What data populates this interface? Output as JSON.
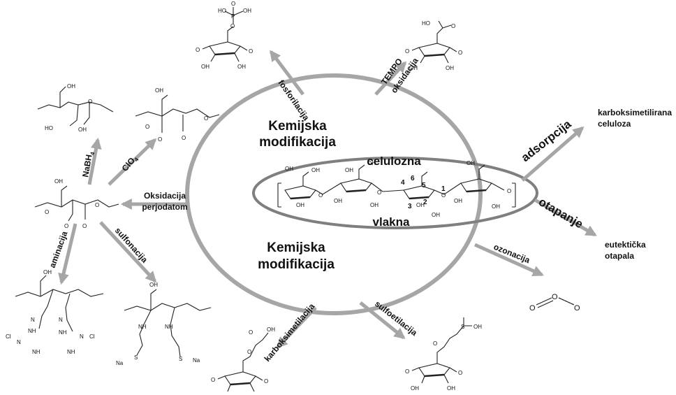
{
  "center": {
    "outer_label_top": [
      "Kemijska",
      "modifikacija"
    ],
    "outer_label_bottom": [
      "Kemijska",
      "modifikacija"
    ],
    "inner_label_top": "celulozna",
    "inner_label_bottom": "vlakna",
    "carbon_numbers": [
      "1",
      "2",
      "3",
      "4",
      "5",
      "6"
    ]
  },
  "arrows": {
    "fosforilacija": "fosforilacija",
    "tempo": "TEMPO",
    "tempo2": "oksidacija",
    "adsorpcija": "adsorpcija",
    "otapanje": "otapanje",
    "ozonacija": "ozonacija",
    "sulfoetilacija": "sulfoetilacija",
    "karboksimetilacija": "karboksimetilacija",
    "perjodat1": "Oksidacija",
    "perjodat2": "perjodatom",
    "nabh4": "NaBH",
    "nabh4_sub": "4",
    "clo": "ClO",
    "clo_sub": "4",
    "sulfonacija": "sulfonacija",
    "aminacija": "aminacija"
  },
  "products": {
    "karboksimetilirana1": "karboksimetilirana",
    "karboksimetilirana2": "celuloza",
    "eutekticka1": "eutektička",
    "eutekticka2": "otapala"
  },
  "atoms": {
    "OH": "OH",
    "O": "O",
    "HO": "HO",
    "Ominus": "O",
    "Cl": "Cl",
    "NH": "NH",
    "NH2": "NH",
    "N": "N",
    "Na": "Na",
    "P": "P",
    "S": "S"
  }
}
